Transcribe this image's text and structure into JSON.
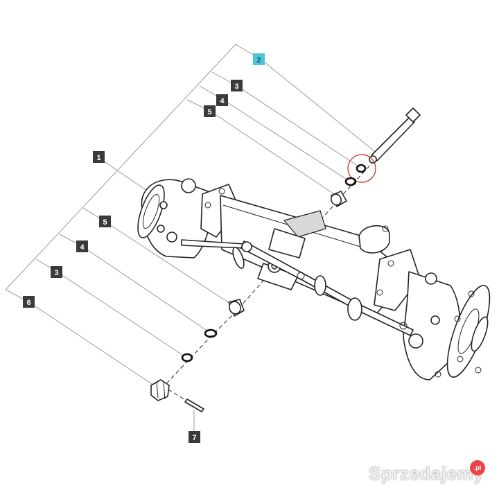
{
  "diagram": {
    "labels": [
      {
        "id": "label-2",
        "text": "2",
        "highlight": true
      },
      {
        "id": "label-3-top",
        "text": "3",
        "highlight": false
      },
      {
        "id": "label-4-top",
        "text": "4",
        "highlight": false
      },
      {
        "id": "label-5-top",
        "text": "5",
        "highlight": false
      },
      {
        "id": "label-1",
        "text": "1",
        "highlight": false
      },
      {
        "id": "label-5-bottom",
        "text": "5",
        "highlight": false
      },
      {
        "id": "label-4-bottom",
        "text": "4",
        "highlight": false
      },
      {
        "id": "label-3-bottom",
        "text": "3",
        "highlight": false
      },
      {
        "id": "label-6",
        "text": "6",
        "highlight": false
      },
      {
        "id": "label-7",
        "text": "7",
        "highlight": false
      }
    ],
    "colors": {
      "label_dark": "#3a3a3a",
      "label_highlight": "#4fc3d6",
      "highlight_circle": "#cc2222"
    }
  },
  "watermark": {
    "text": "Sprzedajemy",
    "badge": ".pl"
  }
}
